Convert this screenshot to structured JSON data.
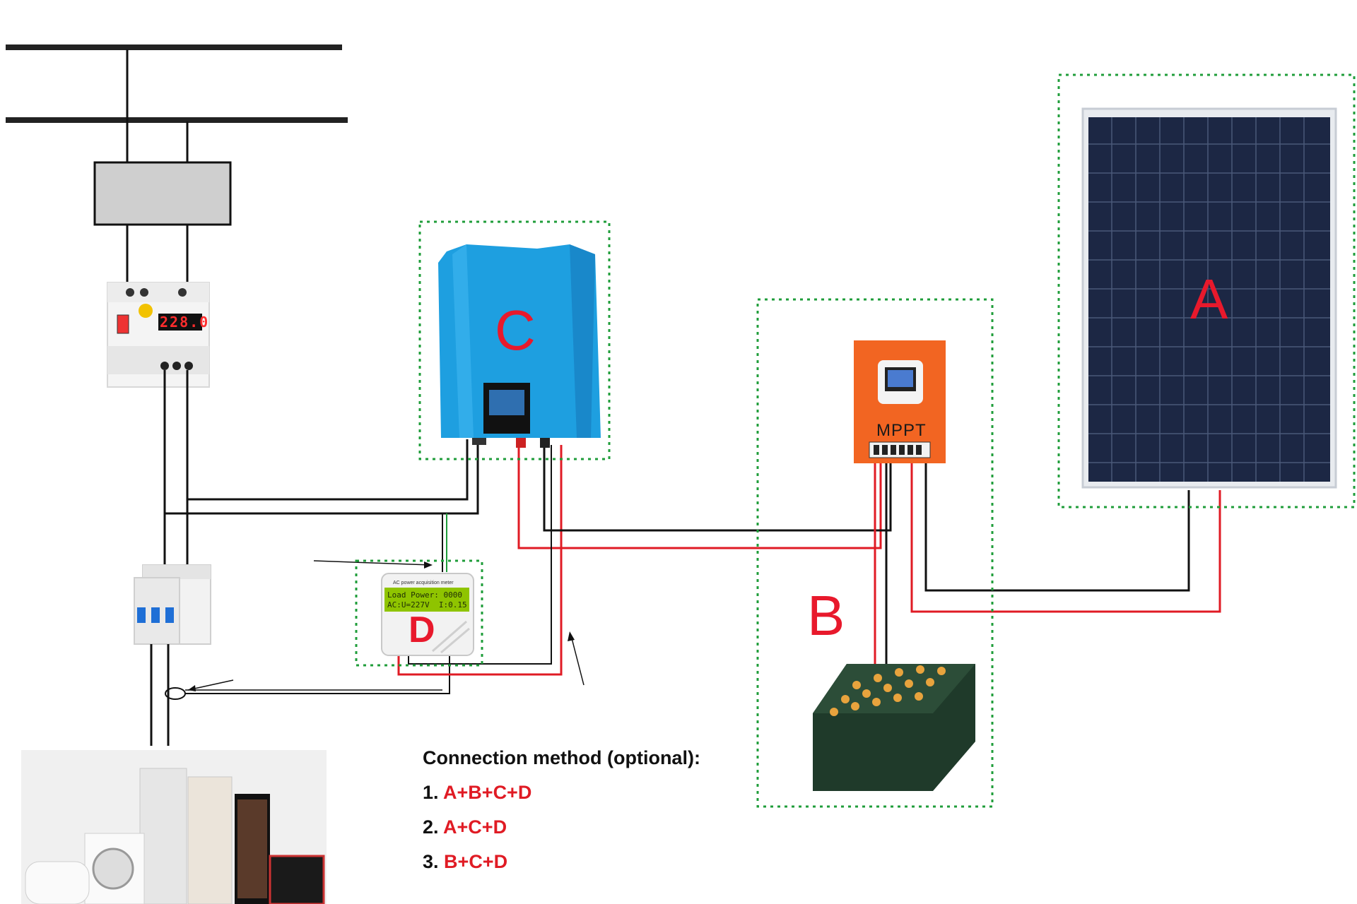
{
  "components": {
    "solar_panel": {
      "label": "A"
    },
    "controller": {
      "label": "B",
      "display_text": "MPPT"
    },
    "inverter": {
      "label": "C"
    },
    "meter": {
      "label": "D",
      "lcd_line1": "Load Power: 0000",
      "lcd_line2": "AC:U=227V  I:0.15",
      "title": "AC power acquisition meter"
    },
    "protector": {
      "display_digits": "228.0"
    }
  },
  "connection_method": {
    "title": "Connection method  (optional):",
    "items": [
      {
        "number": "1.",
        "combo": "A+B+C+D"
      },
      {
        "number": "2.",
        "combo": "A+C+D"
      },
      {
        "number": "3.",
        "combo": "B+C+D"
      }
    ]
  },
  "colors": {
    "red_wire": "#e01b24",
    "black_wire": "#111111",
    "group_border": "#1f9d3a",
    "inverter_blue": "#1e9fe0",
    "controller_orange": "#f26522",
    "panel_navy": "#1c2744"
  }
}
